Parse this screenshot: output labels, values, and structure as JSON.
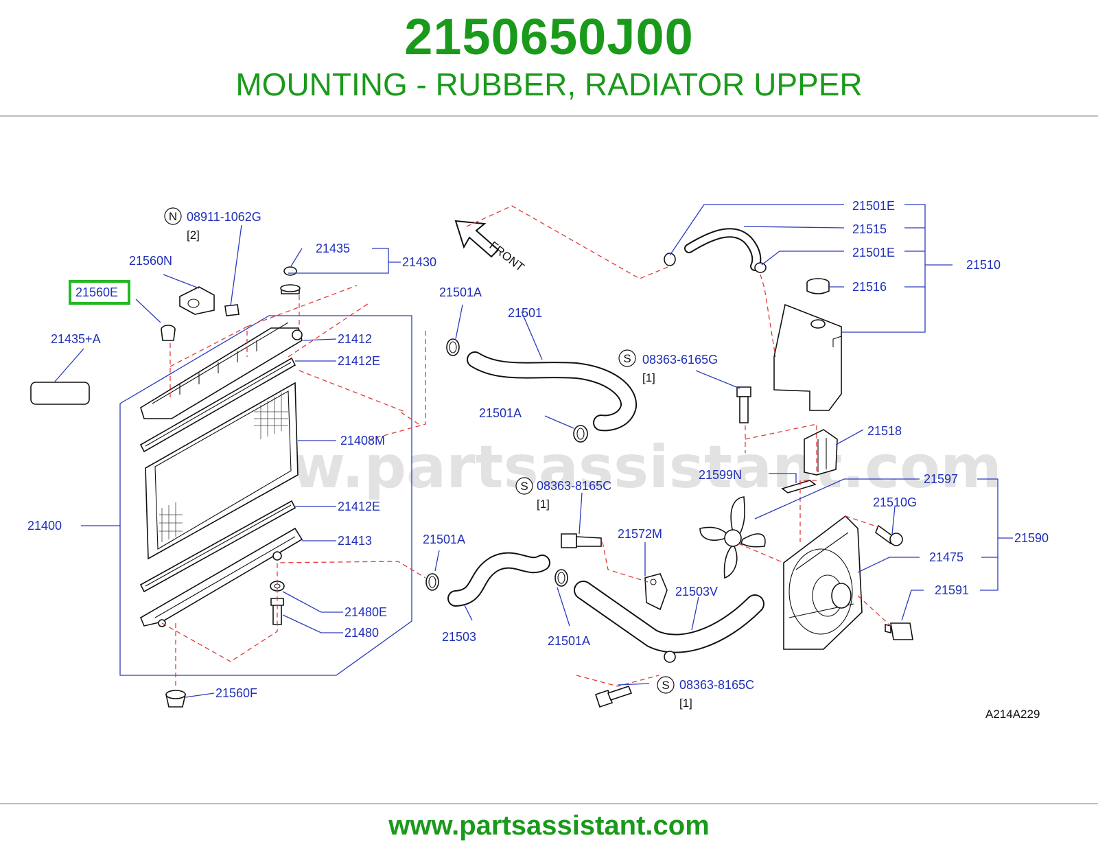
{
  "header": {
    "part_number": "2150650J00",
    "description": "MOUNTING - RUBBER, RADIATOR UPPER"
  },
  "footer": {
    "url": "www.partsassistant.com"
  },
  "diagram": {
    "watermark": "www.partsassistant.com",
    "drawing_code": "A214A229",
    "front_label": "FRONT",
    "highlighted_part": "21560E",
    "highlight_color": "#22b922",
    "label_color": "#1f2fb8",
    "leader_color": "#2a3bbd",
    "dash_color": "#e03a3a",
    "labels": {
      "n_08911": "08911-1062G",
      "n_08911_qty": "[2]",
      "l_21560N": "21560N",
      "l_21560E": "21560E",
      "l_21435A": "21435+A",
      "l_21435": "21435",
      "l_21430": "21430",
      "l_21412": "21412",
      "l_21412E_top": "21412E",
      "l_21408M": "21408M",
      "l_21412E_bot": "21412E",
      "l_21400": "21400",
      "l_21413": "21413",
      "l_21480E": "21480E",
      "l_21480": "21480",
      "l_21560F": "21560F",
      "l_21501A_1": "21501A",
      "l_21501": "21501",
      "l_21501A_2": "21501A",
      "l_21501A_3": "21501A",
      "l_21503": "21503",
      "l_21501A_4": "21501A",
      "s_08363_6165G": "08363-6165G",
      "s_08363_6165G_qty": "[1]",
      "s_08363_8165C_a": "08363-8165C",
      "s_08363_8165C_a_qty": "[1]",
      "s_08363_8165C_b": "08363-8165C",
      "s_08363_8165C_b_qty": "[1]",
      "l_21572M": "21572M",
      "l_21503V": "21503V",
      "l_21501E_top": "21501E",
      "l_21515": "21515",
      "l_21501E_mid": "21501E",
      "l_21510": "21510",
      "l_21516": "21516",
      "l_21518": "21518",
      "l_21599N": "21599N",
      "l_21597": "21597",
      "l_21510G": "21510G",
      "l_21590": "21590",
      "l_21475": "21475",
      "l_21591": "21591"
    },
    "markers": {
      "n": "N",
      "s": "S"
    }
  }
}
